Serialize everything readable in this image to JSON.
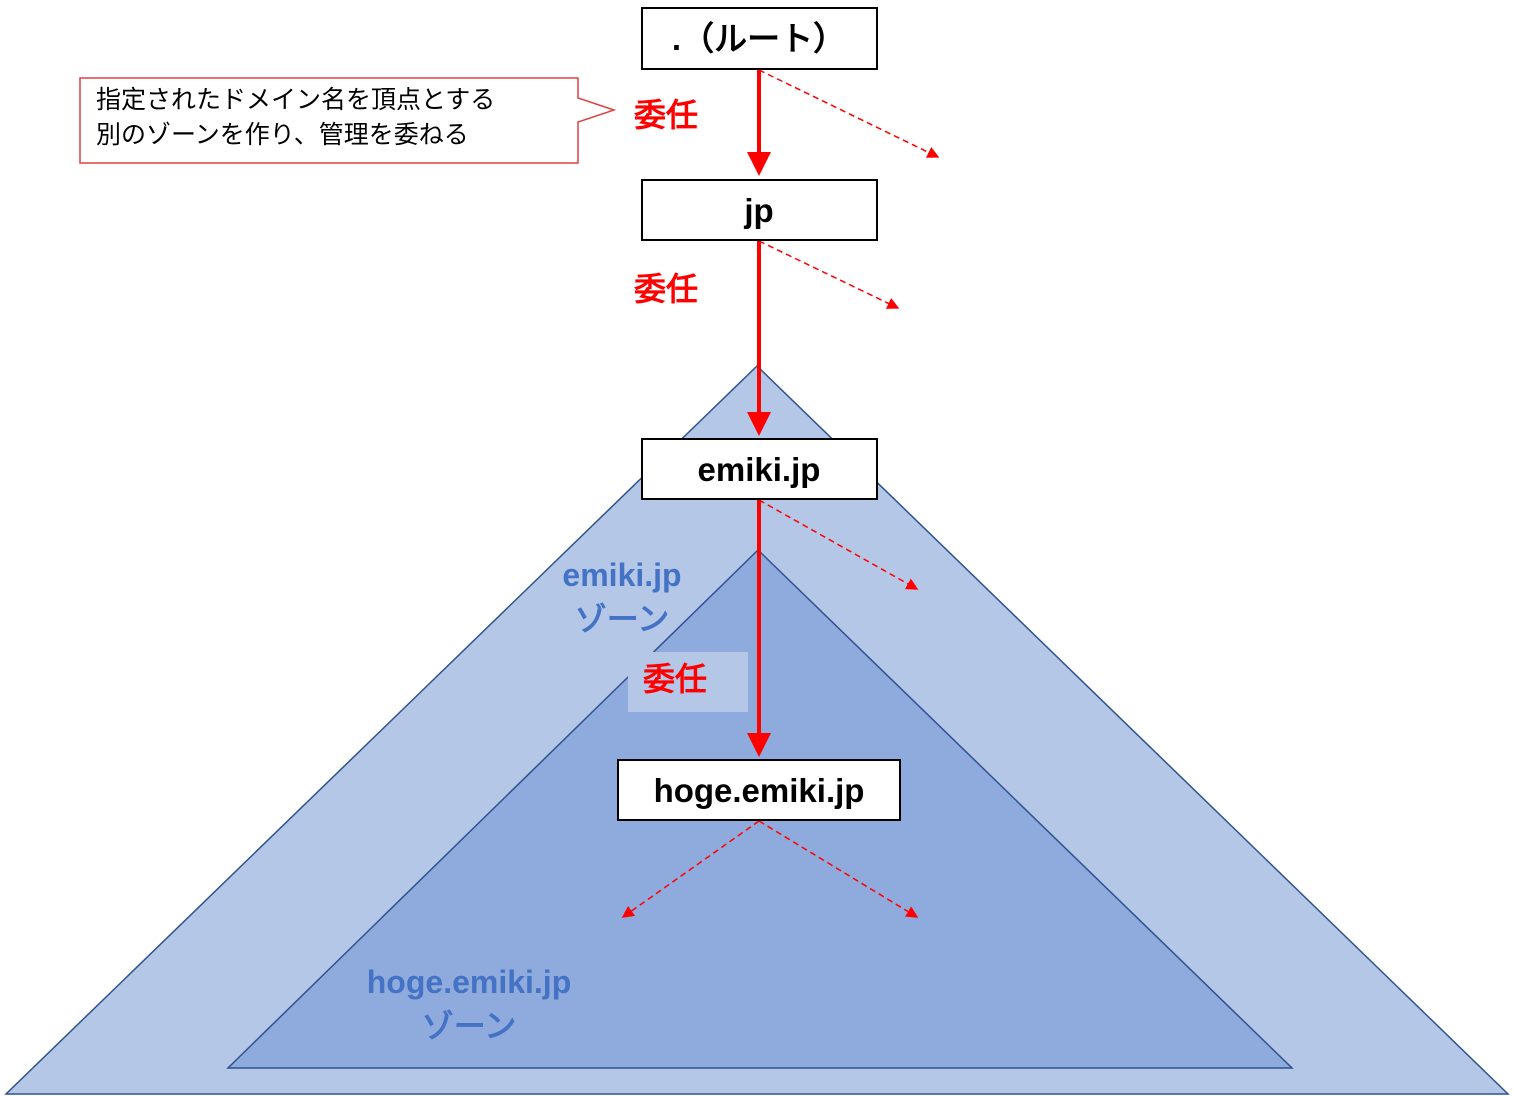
{
  "colors": {
    "outer_zone": "#B4C7E7",
    "inner_zone": "#8FAADC",
    "zone_stroke": "#2F528F",
    "zone_text": "#4472C4",
    "delegation": "#FF0000",
    "node_fill": "#FFFFFF",
    "node_stroke": "#000000",
    "label_highlight": "#B4C7E7"
  },
  "nodes": {
    "root": ".（ルート）",
    "jp": "jp",
    "emiki": "emiki.jp",
    "hoge": "hoge.emiki.jp"
  },
  "delegation_label": "委任",
  "zones": {
    "outer": {
      "line1": "emiki.jp",
      "line2": "ゾーン"
    },
    "inner": {
      "line1": "hoge.emiki.jp",
      "line2": "ゾーン"
    }
  },
  "callout": {
    "line1": "指定されたドメイン名を頂点とする",
    "line2": "別のゾーンを作り、管理を委ねる"
  }
}
